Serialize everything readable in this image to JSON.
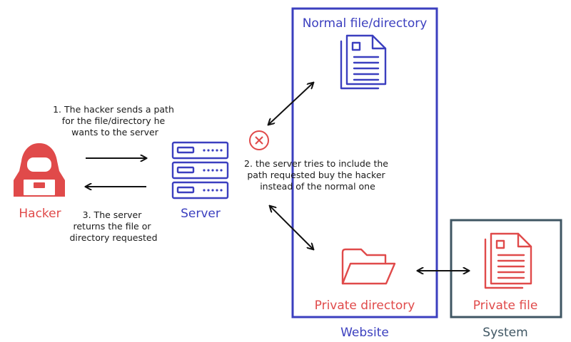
{
  "colors": {
    "red": "#e04a4a",
    "blue": "#3b3fbf",
    "slate": "#3f5663",
    "arrow": "#111111"
  },
  "icons": {
    "hacker": "hacker-icon",
    "server": "server-icon",
    "normal_file": "document-icon",
    "private_directory": "folder-icon",
    "private_file": "document-icon",
    "blocked": "x-circle-icon"
  },
  "labels": {
    "hacker": "Hacker",
    "server": "Server",
    "normal_file": "Normal file/directory",
    "private_directory": "Private directory",
    "private_file": "Private file",
    "website": "Website",
    "system": "System"
  },
  "steps": {
    "step1": [
      "1. The hacker sends a path",
      "for the file/directory he",
      "wants to the server"
    ],
    "step2": [
      "2. the server tries to include the",
      "path requested buy the hacker",
      "instead of the normal one"
    ],
    "step3": [
      "3. The server",
      "returns the file or",
      "directory requested"
    ]
  }
}
